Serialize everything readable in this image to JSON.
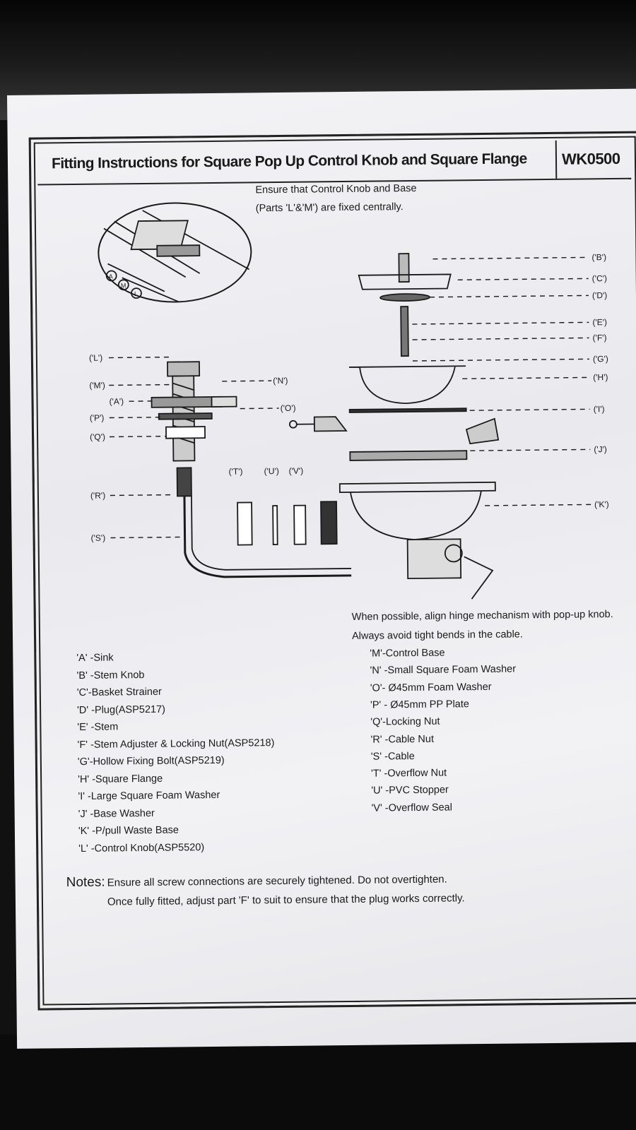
{
  "document": {
    "title": "Fitting Instructions for Square Pop Up Control Knob and Square Flange",
    "code": "WK0500",
    "centering_note": [
      "Ensure that Control Knob and Base",
      "(Parts 'L'&'M') are fixed centrally."
    ],
    "hinge_note": [
      "When possible, align hinge mechanism with pop-up knob.",
      "Always avoid tight bends in the cable."
    ],
    "callouts_right": [
      "('B')",
      "('C')",
      "('D')",
      "('E')",
      "('F')",
      "('G')",
      "('H')",
      "('I')",
      "('J')",
      "('K')"
    ],
    "callouts_left": [
      "('L')",
      "('M')",
      "('A')",
      "('P')",
      "('Q')",
      "('R')",
      "('S')"
    ],
    "callouts_mid": [
      "('N')",
      "('O')",
      "('T')",
      "('U')",
      "('V')"
    ],
    "inset_callouts": [
      "A",
      "M",
      "L"
    ],
    "legend_left": [
      "'A' -Sink",
      "'B' -Stem Knob",
      "'C'-Basket Strainer",
      "'D' -Plug(ASP5217)",
      "'E' -Stem",
      "'F' -Stem Adjuster & Locking Nut(ASP5218)",
      "'G'-Hollow Fixing Bolt(ASP5219)",
      "'H' -Square Flange",
      "'I' -Large Square Foam Washer",
      "'J' -Base Washer",
      "'K' -P/pull Waste Base",
      "'L' -Control Knob(ASP5520)"
    ],
    "legend_right": [
      "'M'-Control Base",
      "'N' -Small Square Foam Washer",
      "'O'- Ø45mm Foam Washer",
      "'P' - Ø45mm PP Plate",
      "'Q'-Locking Nut",
      "'R' -Cable Nut",
      "'S' -Cable",
      "'T' -Overflow Nut",
      "'U' -PVC Stopper",
      "'V' -Overflow Seal"
    ],
    "notes_label": "Notes:",
    "notes": [
      "Ensure all screw connections are securely tightened. Do not overtighten.",
      "Once fully fitted, adjust part 'F'  to suit to ensure that the plug works correctly."
    ]
  },
  "colors": {
    "paper": "#ececf0",
    "ink": "#1a1a1a",
    "background": "#111111"
  }
}
